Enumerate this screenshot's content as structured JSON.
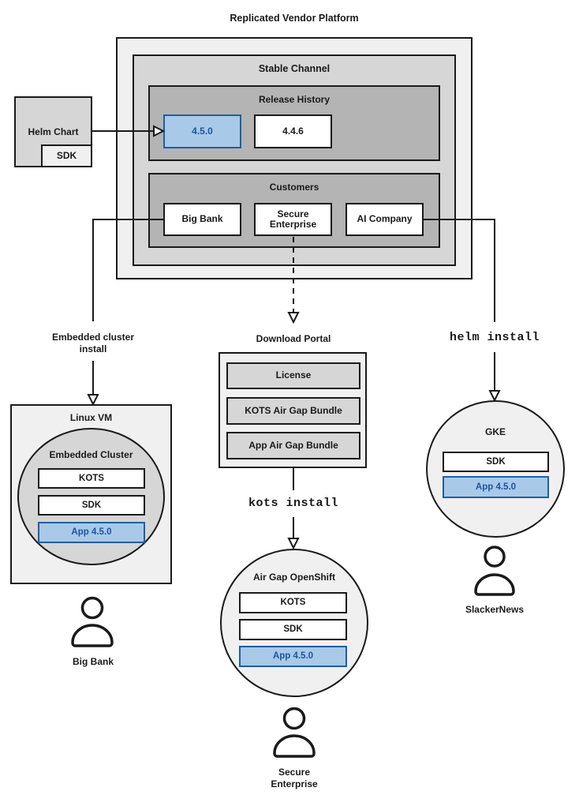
{
  "title": "Replicated Vendor Platform",
  "platform": {
    "stable_channel": {
      "label": "Stable Channel",
      "release_history": {
        "label": "Release History",
        "releases": [
          {
            "version": "4.5.0",
            "highlighted": true
          },
          {
            "version": "4.4.6",
            "highlighted": false
          }
        ]
      },
      "customers": {
        "label": "Customers",
        "items": [
          "Big Bank",
          "Secure Enterprise",
          "AI Company"
        ]
      }
    }
  },
  "helm_chart": {
    "label": "Helm Chart",
    "sdk": "SDK"
  },
  "edges": {
    "embedded_install": "Embedded cluster\ninstall",
    "kots_install": "kots install",
    "helm_install": "helm install"
  },
  "download_portal": {
    "title": "Download Portal",
    "items": [
      "License",
      "KOTS Air Gap Bundle",
      "App Air Gap Bundle"
    ]
  },
  "linux_vm": {
    "title": "Linux VM",
    "cluster": {
      "title": "Embedded Cluster",
      "items": [
        "KOTS",
        "SDK"
      ],
      "app": "App 4.5.0"
    },
    "user": "Big Bank"
  },
  "airgap": {
    "title": "Air Gap OpenShift",
    "items": [
      "KOTS",
      "SDK"
    ],
    "app": "App 4.5.0",
    "user": "Secure\nEnterprise"
  },
  "gke": {
    "title": "GKE",
    "items": [
      "SDK"
    ],
    "app": "App 4.5.0",
    "user": "SlackerNews"
  },
  "colors": {
    "highlight_fill": "#a9c9e9",
    "highlight_border": "#1f5fa0",
    "highlight_text": "#1b5699",
    "gray_light": "#f0f0f0",
    "gray_mid": "#d6d6d6",
    "gray_dark": "#b4b4b4",
    "ink": "#1a1a1a"
  }
}
